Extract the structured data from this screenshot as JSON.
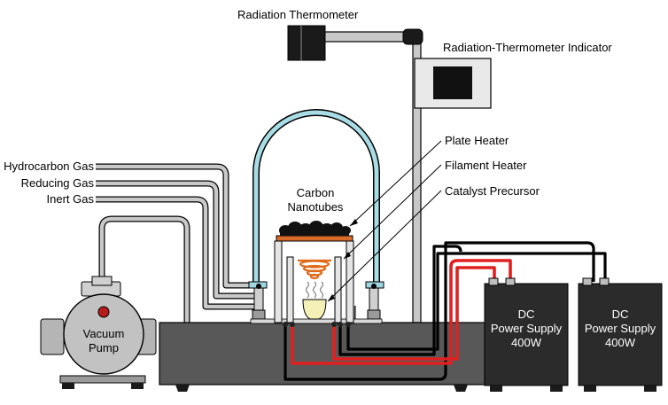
{
  "labels": {
    "radiation_thermometer": "Radiation Thermometer",
    "radiation_thermometer_indicator": "Radiation-Thermometer Indicator",
    "plate_heater": "Plate Heater",
    "filament_heater": "Filament Heater",
    "catalyst_precursor": "Catalyst Precursor",
    "carbon_nanotubes_line1": "Carbon",
    "carbon_nanotubes_line2": "Nanotubes",
    "hydrocarbon_gas": "Hydrocarbon Gas",
    "reducing_gas": "Reducing Gas",
    "inert_gas": "Inert Gas",
    "vacuum_pump_line1": "Vacuum",
    "vacuum_pump_line2": "Pump"
  },
  "power_supplies": [
    {
      "line1": "DC",
      "line2": "Power Supply",
      "line3": "400W"
    },
    {
      "line1": "DC",
      "line2": "Power Supply",
      "line3": "400W"
    }
  ],
  "colors": {
    "base": "#575757",
    "power_supply": "#2b2b2b",
    "bell_jar": "#8fd3df",
    "heater_wire": "#e02020",
    "filament": "#e06a1a",
    "pipe": "#b8b8b8"
  }
}
